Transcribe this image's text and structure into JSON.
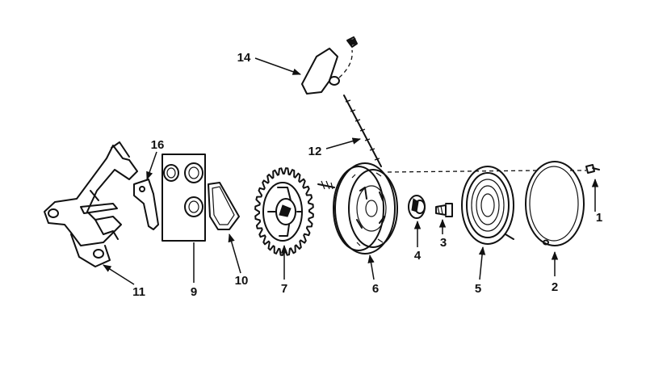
{
  "diagram": {
    "callouts": {
      "c1": "1",
      "c2": "2",
      "c3": "3",
      "c4": "4",
      "c5": "5",
      "c6": "6",
      "c7": "7",
      "c9": "9",
      "c10": "10",
      "c11": "11",
      "c12": "12",
      "c14": "14",
      "c16": "16"
    }
  }
}
